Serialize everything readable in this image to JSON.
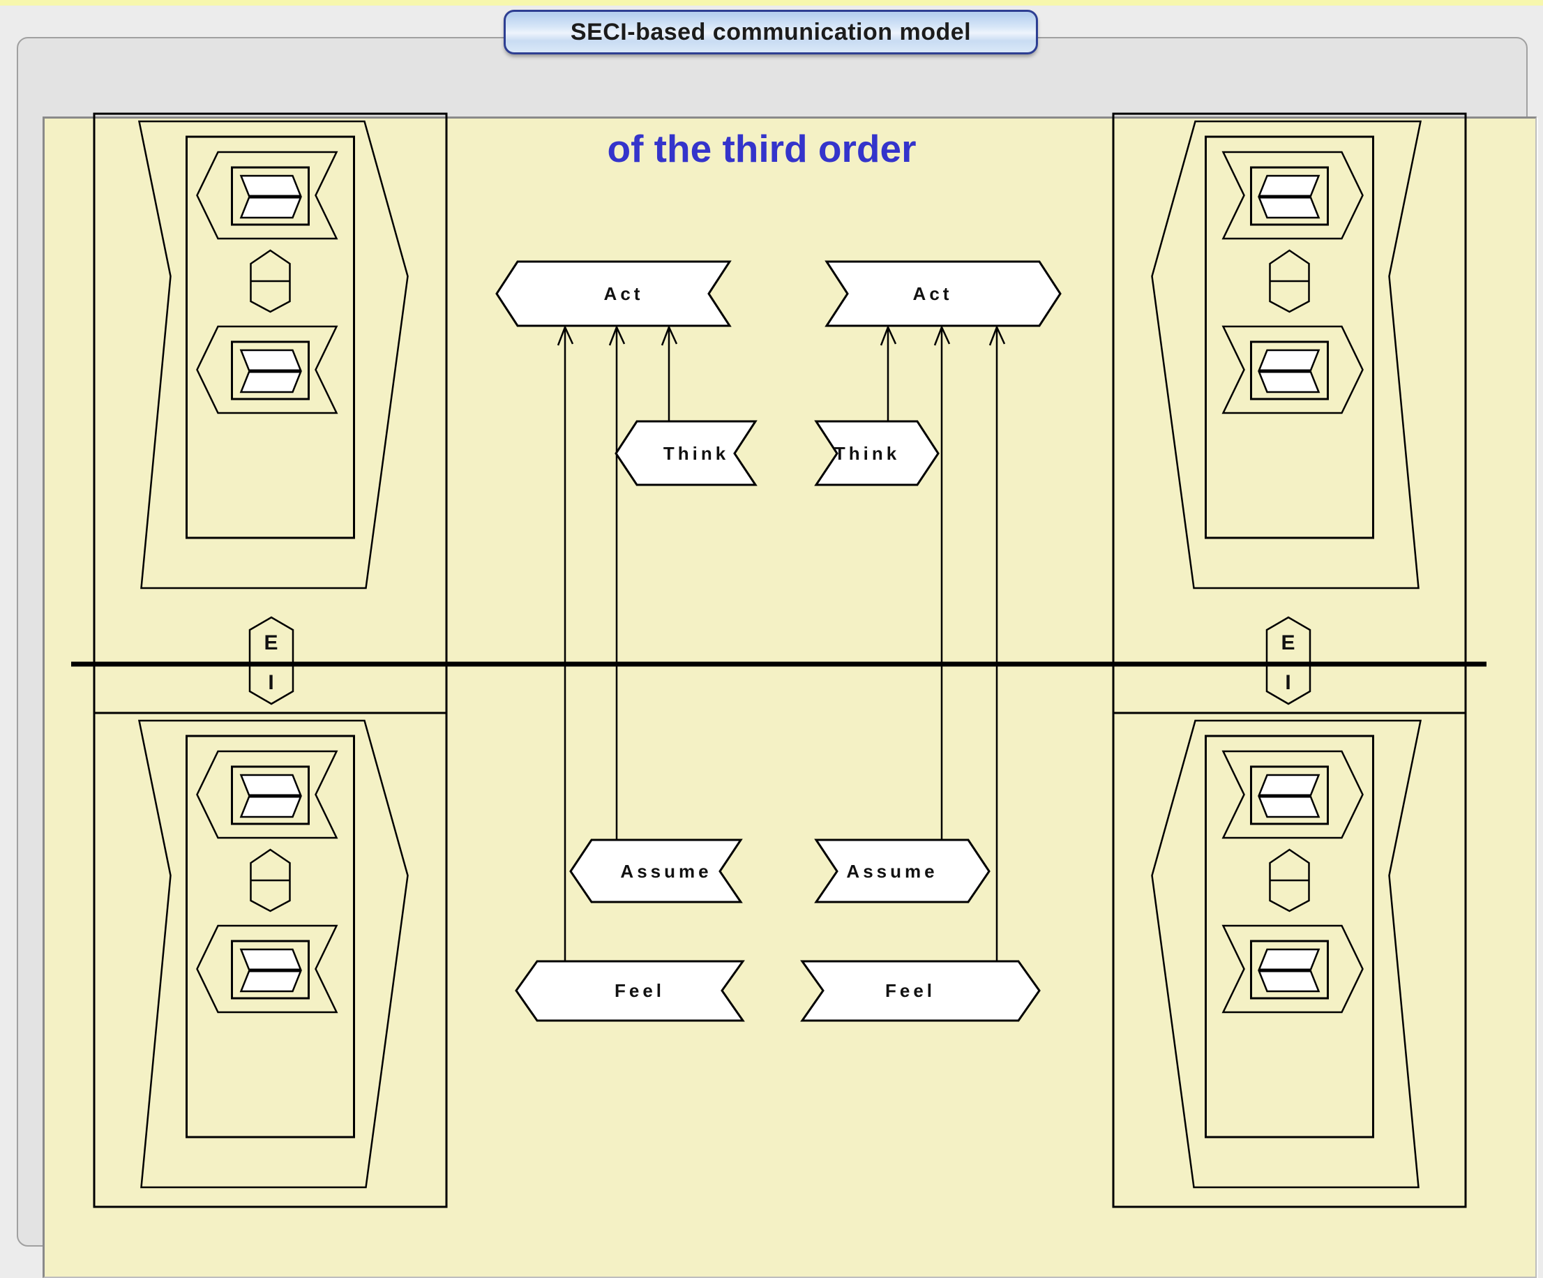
{
  "window": {
    "tab_label": "SECI-based communication model"
  },
  "annotation": "of the third order",
  "diagram": {
    "left_person": {
      "act": "Act",
      "think": "Think",
      "assume": "Assume",
      "feel": "Feel",
      "e": "E",
      "i": "I"
    },
    "right_person": {
      "act": "Act",
      "think": "Think",
      "assume": "Assume",
      "feel": "Feel",
      "e": "E",
      "i": "I"
    }
  },
  "colors": {
    "page_background": "#ececec",
    "top_strip_yellow": "#f7f7ad",
    "panel_gray": "#e3e3e3",
    "canvas_yellow": "#f4f1c5",
    "annotation_blue": "#3434cb",
    "tab_border_blue": "#2d3e92",
    "tab_fill_blue": "#cfe0f5",
    "shape_fill": "#ffffff",
    "line_black": "#000000"
  }
}
